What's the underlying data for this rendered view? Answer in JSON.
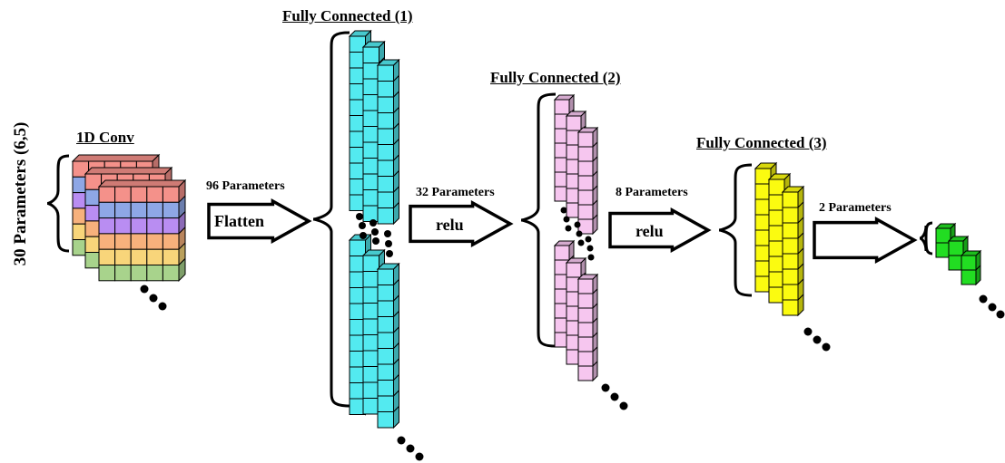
{
  "labels": {
    "input_params": "30 Parameters (6,5)",
    "conv_title": "1D Conv",
    "fc1_title": "Fully Connected (1)",
    "fc2_title": "Fully Connected (2)",
    "fc3_title": "Fully Connected (3)",
    "params_96": "96 Parameters",
    "params_32": "32 Parameters",
    "params_8": "8 Parameters",
    "params_2": "2 Parameters"
  },
  "arrows": {
    "flatten": "Flatten",
    "relu_1": "relu",
    "relu_2": "relu"
  },
  "colors": {
    "conv_rows": [
      "#f4918a",
      "#8ea7e6",
      "#b98df2",
      "#f7b17c",
      "#f8d57a",
      "#a8d38c"
    ],
    "fc1": "#53eaf0",
    "fc2": "#f6c6ef",
    "fc3": "#fbfb10",
    "output": "#22dd22"
  },
  "icons": {
    "brace": "left-curly-brace-icon",
    "ellipsis": "diagonal-ellipsis-icon",
    "arrow": "right-hollow-arrow-icon"
  }
}
